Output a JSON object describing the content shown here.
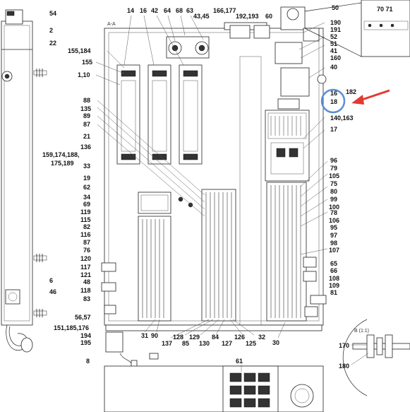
{
  "drawing": {
    "view_title": "A-A",
    "detail_view_title": "B (1:1)",
    "highlight_color": "#5b8fd6",
    "arrow_color": "#e23a32",
    "labels_top": [
      "14",
      "16",
      "42",
      "64",
      "68",
      "63",
      "43,45",
      "166,177",
      "192,193",
      "60",
      "50",
      "70 71"
    ],
    "labels_left_outer": [
      "54",
      "2",
      "22",
      "6",
      "46"
    ],
    "labels_left": [
      "155,184",
      "155",
      "1,10",
      "88",
      "135",
      "89",
      "87",
      "21",
      "136",
      "159,174,188,",
      "175,189",
      "33",
      "19",
      "62",
      "34",
      "69",
      "119",
      "115",
      "82",
      "116",
      "87",
      "76",
      "120",
      "117",
      "121",
      "48",
      "118",
      "83",
      "56,57",
      "151,185,176",
      "194",
      "195",
      "8"
    ],
    "labels_right": [
      "190",
      "191",
      "52",
      "51",
      "41",
      "160",
      "40",
      "182",
      "16",
      "18",
      "140,163",
      "17",
      "96",
      "79",
      "105",
      "75",
      "80",
      "99",
      "100",
      "78",
      "106",
      "95",
      "97",
      "98",
      "107",
      "65",
      "66",
      "108",
      "109",
      "81",
      "170",
      "180"
    ],
    "labels_bottom": [
      "31",
      "90",
      "137",
      "128",
      "85",
      "129",
      "130",
      "84",
      "127",
      "126",
      "125",
      "32",
      "30",
      "61"
    ]
  }
}
